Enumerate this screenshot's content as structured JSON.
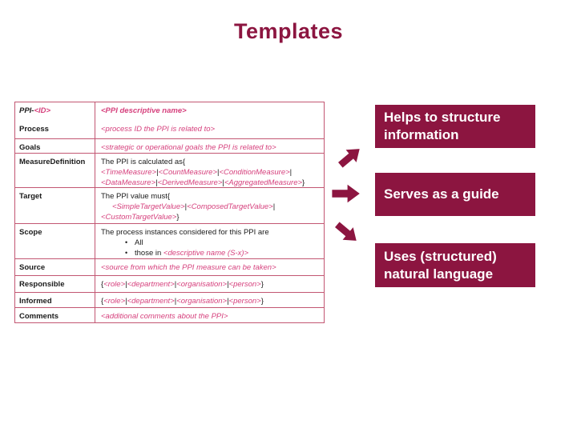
{
  "slide": {
    "title": "Templates"
  },
  "colors": {
    "maroon": "#8C1540",
    "pink": "#D6417D",
    "table_border": "#C25672",
    "text": "#1a1a1a",
    "background": "#ffffff"
  },
  "table": {
    "rows": [
      {
        "h": 23,
        "merge": false,
        "label": [
          [
            "PPI-",
            "skbi"
          ],
          [
            "<ID>",
            "spb"
          ]
        ],
        "lines": [
          {
            "seg": [
              [
                "<PPI descriptive name>",
                "spb"
              ]
            ]
          }
        ]
      },
      {
        "h": 22,
        "merge": true,
        "label": [
          [
            "Process",
            "skb"
          ]
        ],
        "lines": [
          {
            "seg": [
              [
                "<process ID the PPI is related to>",
                "sp"
              ]
            ]
          }
        ]
      },
      {
        "h": 18,
        "merge": false,
        "label": [
          [
            "Goals",
            "skb"
          ]
        ],
        "lines": [
          {
            "seg": [
              [
                "<strategic or operational goals the PPI is related to>",
                "sp"
              ]
            ]
          }
        ]
      },
      {
        "h": 43,
        "merge": false,
        "label": [
          [
            "MeasureDefinition",
            "skb"
          ]
        ],
        "lines": [
          {
            "seg": [
              [
                "The PPI is calculated as{",
                "sk"
              ]
            ]
          },
          {
            "seg": [
              [
                "<TimeMeasure>",
                "sp"
              ],
              [
                "|",
                "sk"
              ],
              [
                "<CountMeasure>",
                "sp"
              ],
              [
                "|",
                "sk"
              ],
              [
                "<ConditionMeasure>",
                "sp"
              ],
              [
                "|",
                "sk"
              ]
            ]
          },
          {
            "seg": [
              [
                "<DataMeasure>",
                "sp"
              ],
              [
                "|",
                "sk"
              ],
              [
                "<DerivedMeasure>",
                "sp"
              ],
              [
                "|",
                "sk"
              ],
              [
                "<AggregatedMeasure>",
                "sp"
              ],
              [
                "}",
                "sk"
              ]
            ]
          }
        ]
      },
      {
        "h": 45,
        "merge": false,
        "label": [
          [
            "Target",
            "skb"
          ]
        ],
        "lines": [
          {
            "seg": [
              [
                "The PPI value must{",
                "sk"
              ]
            ]
          },
          {
            "ind": true,
            "seg": [
              [
                "<SimpleTargetValue>",
                "sp"
              ],
              [
                "|",
                "sk"
              ],
              [
                "<ComposedTargetValue>",
                "sp"
              ],
              [
                "|",
                "sk"
              ]
            ]
          },
          {
            "seg": [
              [
                "<CustomTargetValue>",
                "sp"
              ],
              [
                "}",
                "sk"
              ]
            ]
          }
        ]
      },
      {
        "h": 44,
        "merge": false,
        "label": [
          [
            "Scope",
            "skb"
          ]
        ],
        "lines": [
          {
            "seg": [
              [
                "The process instances considered for this PPI are",
                "sk"
              ]
            ]
          },
          {
            "bullet": true,
            "seg": [
              [
                "All",
                "sk"
              ]
            ]
          },
          {
            "bullet": true,
            "seg": [
              [
                "those in ",
                "sk"
              ],
              [
                "<descriptive name (S-x)>",
                "sp"
              ]
            ]
          }
        ]
      },
      {
        "h": 21,
        "merge": false,
        "label": [
          [
            "Source",
            "skb"
          ]
        ],
        "lines": [
          {
            "seg": [
              [
                "<source from which the PPI measure can be taken>",
                "sp"
              ]
            ]
          }
        ]
      },
      {
        "h": 21,
        "merge": false,
        "label": [
          [
            "Responsible",
            "skb"
          ]
        ],
        "lines": [
          {
            "seg": [
              [
                "{",
                "sk"
              ],
              [
                "<role>",
                "sp"
              ],
              [
                "|",
                "sk"
              ],
              [
                "<department>",
                "sp"
              ],
              [
                "|",
                "sk"
              ],
              [
                "<organisation>",
                "sp"
              ],
              [
                "|",
                "sk"
              ],
              [
                "<person>",
                "sp"
              ],
              [
                "}",
                "sk"
              ]
            ]
          }
        ]
      },
      {
        "h": 19,
        "merge": false,
        "label": [
          [
            "Informed",
            "skb"
          ]
        ],
        "lines": [
          {
            "seg": [
              [
                "{",
                "sk"
              ],
              [
                "<role>",
                "sp"
              ],
              [
                "|",
                "sk"
              ],
              [
                "<department>",
                "sp"
              ],
              [
                "|",
                "sk"
              ],
              [
                "<organisation>",
                "sp"
              ],
              [
                "|",
                "sk"
              ],
              [
                "<person>",
                "sp"
              ],
              [
                "}",
                "sk"
              ]
            ]
          }
        ]
      },
      {
        "h": 19,
        "merge": false,
        "label": [
          [
            "Comments",
            "skb"
          ]
        ],
        "lines": [
          {
            "seg": [
              [
                "<additional comments about the PPI>",
                "sp"
              ]
            ]
          }
        ]
      }
    ]
  },
  "callouts": [
    {
      "label": "Helps to structure information"
    },
    {
      "label": "Serves as a guide"
    },
    {
      "label": "Uses (structured) natural language"
    }
  ],
  "arrows": [
    {
      "name": "arrow-icon-up-right"
    },
    {
      "name": "arrow-icon-right"
    },
    {
      "name": "arrow-icon-down-right"
    }
  ]
}
